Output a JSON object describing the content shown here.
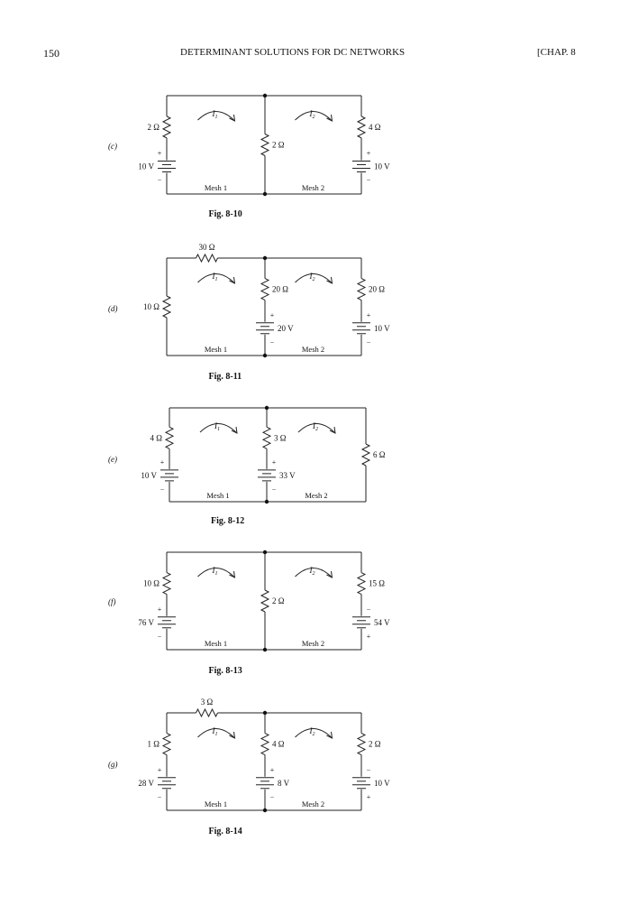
{
  "header": {
    "page_number": "150",
    "title": "DETERMINANT SOLUTIONS FOR DC NETWORKS",
    "chapter": "[CHAP. 8"
  },
  "figures": [
    {
      "panel": "(c)",
      "caption": "Fig. 8-10",
      "top_resistor": null,
      "left": [
        {
          "type": "R",
          "label": "2 Ω"
        },
        {
          "type": "V",
          "label": "10 V",
          "plus_top": true
        }
      ],
      "middle": [
        {
          "type": "R",
          "label": "2 Ω"
        }
      ],
      "right": [
        {
          "type": "R",
          "label": "4 Ω"
        },
        {
          "type": "V",
          "label": "10 V",
          "plus_top": true
        }
      ],
      "currents": [
        "I1",
        "I2"
      ],
      "meshes": [
        "Mesh 1",
        "Mesh 2"
      ]
    },
    {
      "panel": "(d)",
      "caption": "Fig. 8-11",
      "top_resistor": "30 Ω",
      "left": [
        {
          "type": "R",
          "label": "10 Ω"
        }
      ],
      "middle": [
        {
          "type": "R",
          "label": "20 Ω"
        },
        {
          "type": "V",
          "label": "20 V",
          "plus_top": true
        }
      ],
      "right": [
        {
          "type": "R",
          "label": "20 Ω"
        },
        {
          "type": "V",
          "label": "10 V",
          "plus_top": true
        }
      ],
      "currents": [
        "I1",
        "I2"
      ],
      "meshes": [
        "Mesh 1",
        "Mesh 2"
      ]
    },
    {
      "panel": "(e)",
      "caption": "Fig. 8-12",
      "top_resistor": null,
      "left": [
        {
          "type": "R",
          "label": "4 Ω"
        },
        {
          "type": "V",
          "label": "10 V",
          "plus_top": true
        }
      ],
      "middle": [
        {
          "type": "R",
          "label": "3 Ω"
        },
        {
          "type": "V",
          "label": "33 V",
          "plus_top": true
        }
      ],
      "right": [
        {
          "type": "R",
          "label": "6 Ω"
        }
      ],
      "currents": [
        "I1",
        "I2"
      ],
      "meshes": [
        "Mesh 1",
        "Mesh 2"
      ]
    },
    {
      "panel": "(f)",
      "caption": "Fig. 8-13",
      "top_resistor": null,
      "left": [
        {
          "type": "R",
          "label": "10 Ω"
        },
        {
          "type": "V",
          "label": "76 V",
          "plus_top": true
        }
      ],
      "middle": [
        {
          "type": "R",
          "label": "2 Ω"
        }
      ],
      "right": [
        {
          "type": "R",
          "label": "15 Ω"
        },
        {
          "type": "V",
          "label": "54 V",
          "plus_top": false
        }
      ],
      "currents": [
        "I1",
        "I2"
      ],
      "meshes": [
        "Mesh 1",
        "Mesh 2"
      ]
    },
    {
      "panel": "(g)",
      "caption": "Fig. 8-14",
      "top_resistor": "3 Ω",
      "left": [
        {
          "type": "R",
          "label": "1 Ω"
        },
        {
          "type": "V",
          "label": "28 V",
          "plus_top": true
        }
      ],
      "middle": [
        {
          "type": "R",
          "label": "4 Ω"
        },
        {
          "type": "V",
          "label": "8 V",
          "plus_top": true
        }
      ],
      "right": [
        {
          "type": "R",
          "label": "2 Ω"
        },
        {
          "type": "V",
          "label": "10 V",
          "plus_top": false
        }
      ],
      "currents": [
        "I1",
        "I2"
      ],
      "meshes": [
        "Mesh 1",
        "Mesh 2"
      ]
    }
  ]
}
